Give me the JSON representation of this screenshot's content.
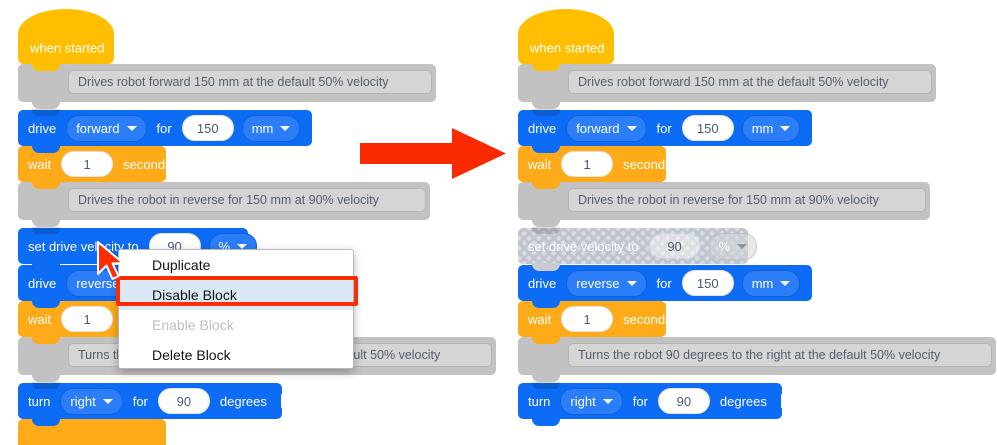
{
  "meta": {
    "title": "VEXcode block program — disabling a block",
    "colors": {
      "block_blue": "#0c6cf5",
      "block_orange": "#ffab19",
      "hat_yellow": "#ffbf00",
      "comment_gray": "#c2c2c2",
      "comment_inner_gray": "#d5d5d5",
      "disabled_gray": "#c9ccd2",
      "highlight_red": "#ff2d00",
      "menu_select_blue": "#dbe9f6"
    }
  },
  "left_panel": {
    "blocks": [
      {
        "kind": "hat",
        "label": "when started"
      },
      {
        "kind": "comment",
        "text": "Drives robot forward 150 mm at the default 50% velocity"
      },
      {
        "kind": "motion",
        "words": [
          "drive"
        ],
        "dropdown1": "forward",
        "word2": "for",
        "value": "150",
        "dropdown2": "mm",
        "play": true
      },
      {
        "kind": "wait",
        "word1": "wait",
        "value": "1",
        "word2": "seconds"
      },
      {
        "kind": "comment",
        "text": "Drives the robot in reverse for 150 mm at 90% velocity"
      },
      {
        "kind": "velocity",
        "words": [
          "set drive velocity to"
        ],
        "value": "90",
        "dropdown": "%"
      },
      {
        "kind": "motion",
        "words": [
          "drive"
        ],
        "dropdown1": "reverse",
        "word2": "for",
        "value": "150",
        "dropdown2": "mm",
        "play": true
      },
      {
        "kind": "wait",
        "word1": "wait",
        "value": "1",
        "word2": "seconds"
      },
      {
        "kind": "comment",
        "text": "Turns the robot 90 degrees to the right at the default 50% velocity"
      },
      {
        "kind": "turn",
        "words": [
          "turn"
        ],
        "dropdown1": "right",
        "word2": "for",
        "value": "90",
        "word3": "degrees",
        "play": true
      }
    ],
    "context_menu": {
      "items": [
        {
          "label": "Duplicate",
          "state": "normal"
        },
        {
          "label": "Disable Block",
          "state": "selected"
        },
        {
          "label": "Enable Block",
          "state": "disabled"
        },
        {
          "label": "Delete Block",
          "state": "normal"
        }
      ]
    }
  },
  "right_panel": {
    "blocks": [
      {
        "kind": "hat",
        "label": "when started"
      },
      {
        "kind": "comment",
        "text": "Drives robot forward 150 mm at the default 50% velocity"
      },
      {
        "kind": "motion",
        "words": [
          "drive"
        ],
        "dropdown1": "forward",
        "word2": "for",
        "value": "150",
        "dropdown2": "mm",
        "play": true
      },
      {
        "kind": "wait",
        "word1": "wait",
        "value": "1",
        "word2": "seconds"
      },
      {
        "kind": "comment",
        "text": "Drives the robot in reverse for 150 mm at 90% velocity"
      },
      {
        "kind": "velocity",
        "words": [
          "set drive velocity to"
        ],
        "value": "90",
        "dropdown": "%",
        "disabled": true
      },
      {
        "kind": "motion",
        "words": [
          "drive"
        ],
        "dropdown1": "reverse",
        "word2": "for",
        "value": "150",
        "dropdown2": "mm",
        "play": true
      },
      {
        "kind": "wait",
        "word1": "wait",
        "value": "1",
        "word2": "seconds"
      },
      {
        "kind": "comment",
        "text": "Turns the robot 90 degrees to the right at the default 50% velocity"
      },
      {
        "kind": "turn",
        "words": [
          "turn"
        ],
        "dropdown1": "right",
        "word2": "for",
        "value": "90",
        "word3": "degrees",
        "play": true
      }
    ]
  },
  "transition": {
    "icon": "right-arrow-icon"
  },
  "labels": {
    "drive": "drive",
    "turn": "turn",
    "for": "for",
    "wait": "wait",
    "seconds": "seconds",
    "degrees": "degrees",
    "set_drive_velocity_to": "set drive velocity to",
    "percent": "%",
    "mm": "mm",
    "forward": "forward",
    "reverse": "reverse",
    "right": "right",
    "when_started": "when started"
  }
}
